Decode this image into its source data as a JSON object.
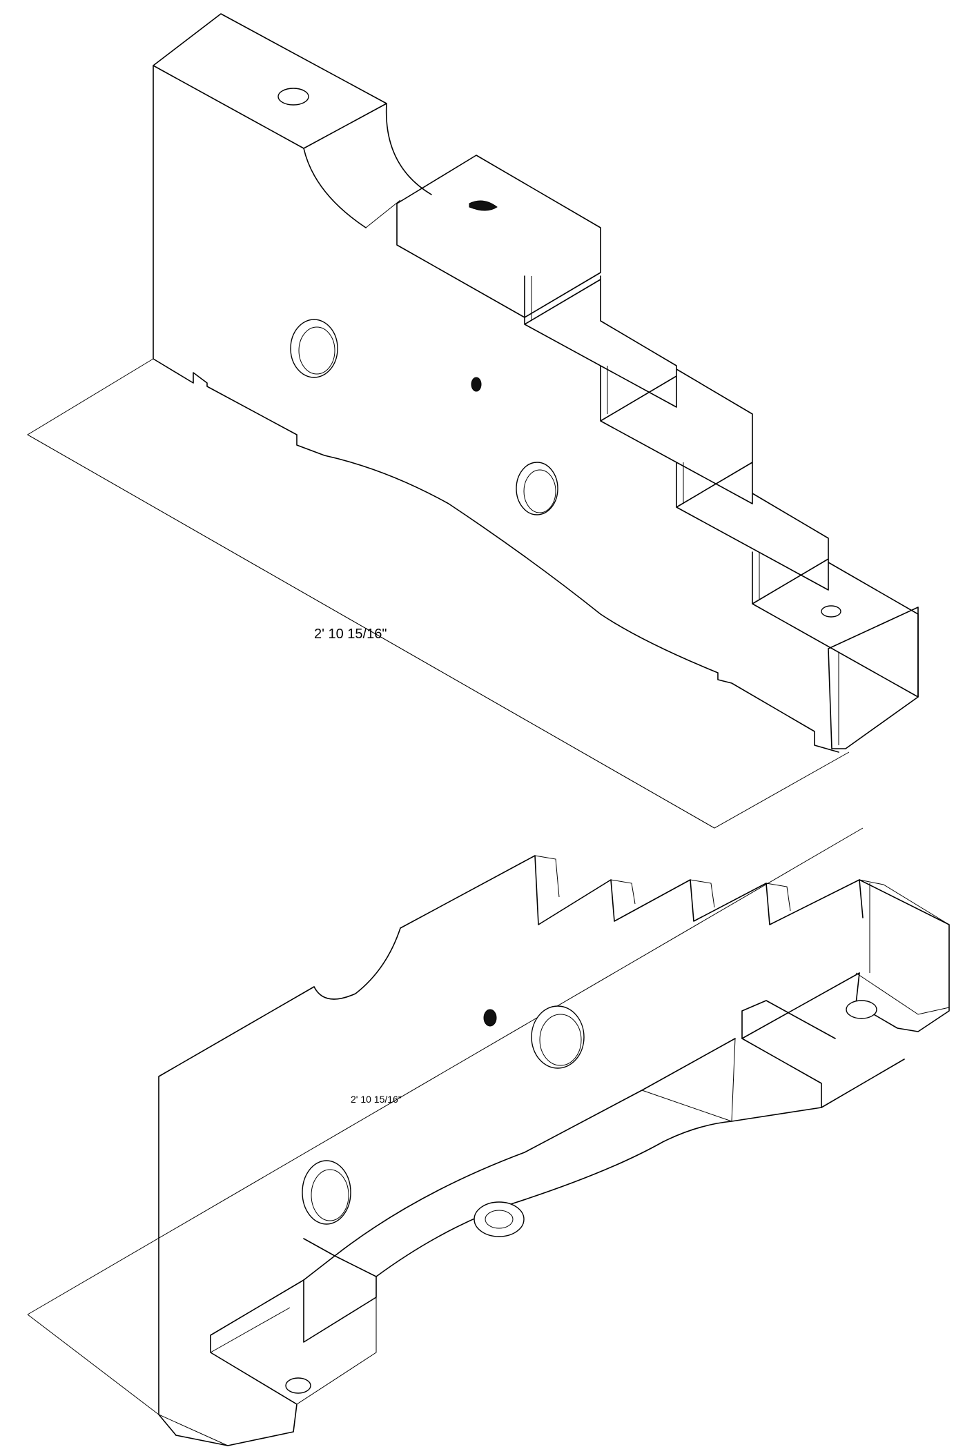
{
  "views": [
    {
      "name": "top-isometric-view",
      "dimension_label": "2' 10 15/16\""
    },
    {
      "name": "bottom-isometric-view",
      "dimension_label": "2' 10 15/16\""
    }
  ],
  "colors": {
    "line": "#000000",
    "background": "#ffffff"
  }
}
